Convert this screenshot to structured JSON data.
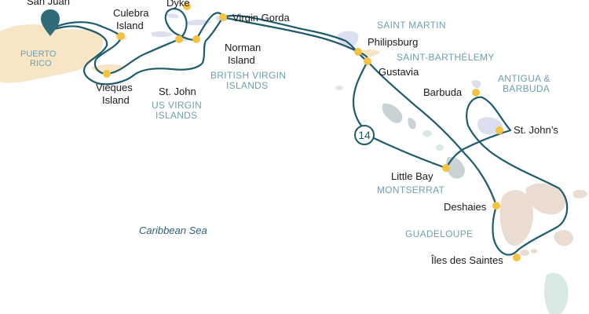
{
  "map": {
    "sea_label": "Caribbean Sea",
    "day_badge": "14",
    "regions": {
      "puerto_rico": [
        "PUERTO",
        "RICO"
      ],
      "british_virgin_islands": [
        "BRITISH VIRGIN",
        "ISLANDS"
      ],
      "us_virgin_islands": [
        "US VIRGIN",
        "ISLANDS"
      ],
      "saint_martin": "SAINT MARTIN",
      "saint_barthelemy": "SAINT-BARTHÉLEMY",
      "antigua_barbuda": [
        "ANTIGUA &",
        "BARBUDA"
      ],
      "montserrat": "MONTSERRAT",
      "guadeloupe": "GUADELOUPE"
    },
    "stops": {
      "san_juan": "San Juan",
      "culebra": [
        "Culebra",
        "Island"
      ],
      "vieques": [
        "Vieques",
        "Island"
      ],
      "jost_van_dyke": "Dyke",
      "virgin_gorda": "Virgin Gorda",
      "norman_island": [
        "Norman",
        "Island"
      ],
      "st_john": "St. John",
      "philipsburg": "Philipsburg",
      "gustavia": "Gustavia",
      "barbuda": "Barbuda",
      "st_johns": "St. John’s",
      "little_bay": "Little Bay",
      "deshaies": "Deshaies",
      "iles_des_saintes": "Îles des Saintes"
    },
    "colors": {
      "route": "#1d5b6d",
      "stop": "#f5c242",
      "region_label": "#6fa0ad",
      "puerto_rico_land": "#f6e6c6",
      "guadeloupe_land": "#ebdcd2",
      "pin": "#2f6b78"
    },
    "icons": [
      "map-pin-icon"
    ]
  }
}
